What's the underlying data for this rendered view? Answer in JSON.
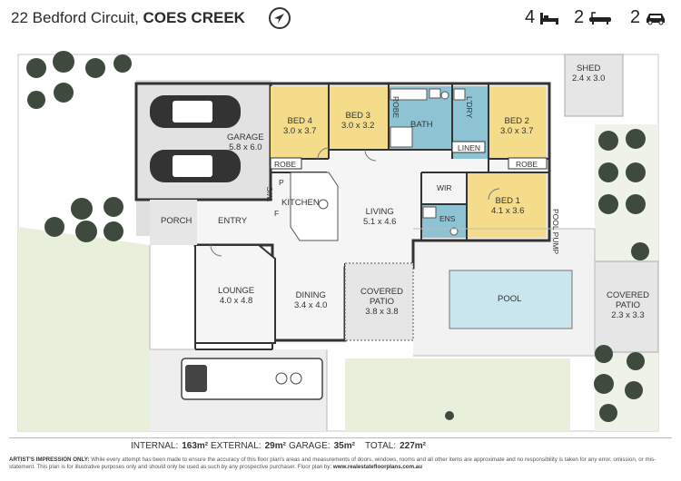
{
  "header": {
    "street": "22 Bedford Circuit,",
    "suburb": "COES CREEK",
    "compass_icon": "compass-north-icon",
    "bedrooms": "4",
    "bathrooms": "2",
    "car_spaces": "2",
    "icons": [
      "bed-icon",
      "bath-icon",
      "car-icon"
    ]
  },
  "rooms": {
    "garage": {
      "name": "GARAGE",
      "dims": "5.8 x 6.0"
    },
    "bed4": {
      "name": "BED 4",
      "dims": "3.0 x 3.7"
    },
    "bed3": {
      "name": "BED 3",
      "dims": "3.0 x 3.2"
    },
    "robe_bed3": {
      "name": "ROBE"
    },
    "bath": {
      "name": "BATH"
    },
    "ldry": {
      "name": "L'DRY"
    },
    "linen": {
      "name": "LINEN"
    },
    "bed2": {
      "name": "BED 2",
      "dims": "3.0 x 3.7"
    },
    "shed": {
      "name": "SHED",
      "dims": "2.4 x 3.0"
    },
    "robe_bed4": {
      "name": "ROBE"
    },
    "robe_bed2": {
      "name": "ROBE"
    },
    "pantry": {
      "name": "P"
    },
    "wc": {
      "name": "W/C"
    },
    "fridge": {
      "name": "F"
    },
    "kitchen": {
      "name": "KITCHEN"
    },
    "living": {
      "name": "LIVING",
      "dims": "5.1 x 4.6"
    },
    "wir": {
      "name": "WIR"
    },
    "bed1": {
      "name": "BED 1",
      "dims": "4.1 x 3.6"
    },
    "ens": {
      "name": "ENS"
    },
    "pool_pump": {
      "name": "POOL PUMP"
    },
    "porch": {
      "name": "PORCH"
    },
    "entry": {
      "name": "ENTRY"
    },
    "lounge": {
      "name": "LOUNGE",
      "dims": "4.0 x 4.8"
    },
    "dining": {
      "name": "DINING",
      "dims": "3.4 x 4.0"
    },
    "covered_patio": {
      "name": "COVERED PATIO",
      "line1": "COVERED",
      "line2": "PATIO",
      "dims": "3.8 x 3.8"
    },
    "pool": {
      "name": "POOL"
    },
    "covered_patio2": {
      "name": "COVERED PATIO",
      "line1": "COVERED",
      "line2": "PATIO",
      "dims": "2.3 x 3.3"
    }
  },
  "areas": {
    "internal_label": "INTERNAL:",
    "internal_value": "163m²",
    "external_label": "EXTERNAL:",
    "external_value": "29m²",
    "garage_label": "GARAGE:",
    "garage_value": "35m²",
    "total_label": "TOTAL:",
    "total_value": "227m²"
  },
  "disclaimer": {
    "title": "ARTIST'S IMPRESSION ONLY:",
    "text": "While every attempt has been made to ensure the accuracy of this floor plan's areas and measurements of doors, windows, rooms and all other items are approximate and no responsibility is taken for any error, omission, or mis-statement. This plan is for illustrative purposes only and should only be used as such by any prospective purchaser. Floor plan by: ",
    "website": "www.realestatefloorplans.com.au"
  },
  "colors": {
    "bedroom": "#f5dc8a",
    "wet_area": "#8ec3d4",
    "hard_surface": "#e6e6e6",
    "lawn": "#e8f0dc",
    "tree": "#3d4a3d",
    "wall": "#333333"
  }
}
